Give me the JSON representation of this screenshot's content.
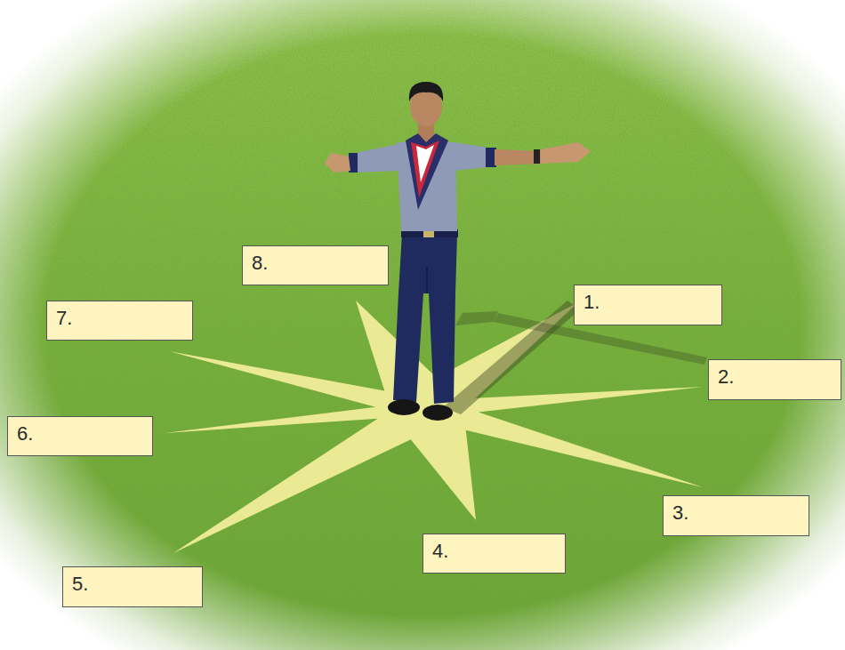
{
  "diagram": {
    "nodes": [
      {
        "text": [
          "1."
        ]
      },
      {
        "text": [
          "2."
        ]
      },
      {
        "text": [
          "3."
        ]
      },
      {
        "text": [
          "4."
        ]
      },
      {
        "text": [
          "5."
        ]
      },
      {
        "text": [
          "6."
        ]
      },
      {
        "text": [
          "7."
        ]
      },
      {
        "text": [
          "8."
        ]
      }
    ]
  }
}
